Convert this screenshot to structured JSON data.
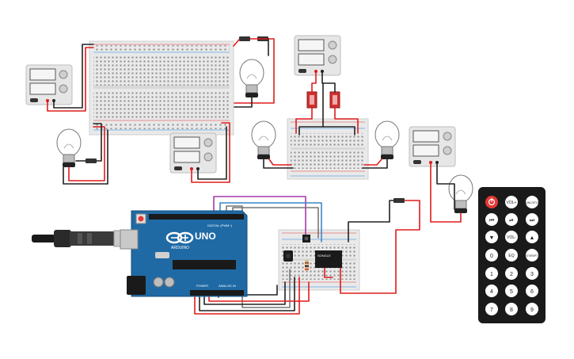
{
  "arduino": {
    "model": "UNO",
    "brand": "ARDUINO",
    "digital_label": "DIGITAL (PWM~)",
    "power_label": "POWER",
    "analog_label": "ANALOG IN"
  },
  "relay": {
    "label": "SONGLE"
  },
  "remote": {
    "row1": [
      "",
      "VOL+",
      "FUNC/STOP"
    ],
    "row2": [
      "⏮",
      "⏯",
      "⏭"
    ],
    "row3": [
      "▼",
      "VOL-",
      "▲"
    ],
    "row4": [
      "0",
      "EQ",
      "ST/REPT"
    ],
    "digits": [
      "1",
      "2",
      "3",
      "4",
      "5",
      "6",
      "7",
      "8",
      "9"
    ]
  },
  "colors": {
    "wire_red": "#e01b1b",
    "wire_black": "#222222",
    "wire_purple": "#a23aa8",
    "wire_blue": "#3a86c8",
    "wire_gray": "#777777",
    "arduino_blue": "#1f6aa5",
    "remote_body": "#1a1a1a",
    "power_button": "#e53935"
  }
}
